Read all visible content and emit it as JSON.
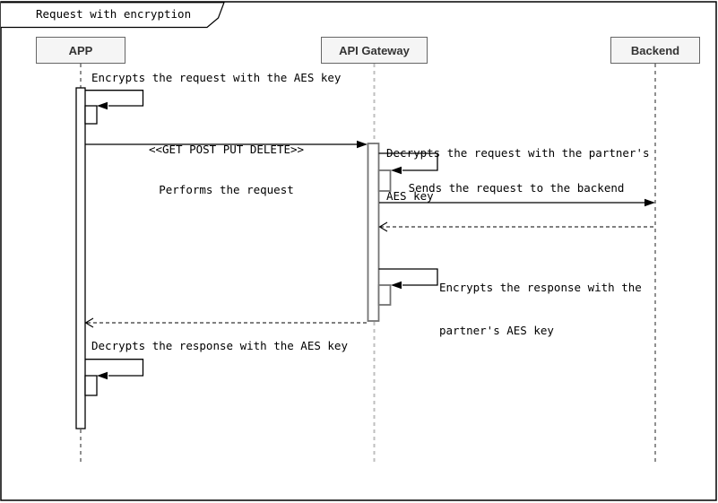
{
  "frame": {
    "title": "Request with encryption",
    "type": "uml-sequence-diagram"
  },
  "participants": [
    {
      "label": "APP"
    },
    {
      "label": "API Gateway"
    },
    {
      "label": "Backend"
    }
  ],
  "messages": [
    {
      "type": "self",
      "from": "APP",
      "to": "APP",
      "label": "Encrypts the request with the AES key"
    },
    {
      "type": "sync",
      "from": "APP",
      "to": "API Gateway",
      "lines": [
        "<<GET POST PUT DELETE>>",
        "Performs the request"
      ]
    },
    {
      "type": "self",
      "from": "API Gateway",
      "to": "API Gateway",
      "lines": [
        "Decrypts the request with the partner's",
        "AES key"
      ]
    },
    {
      "type": "sync",
      "from": "API Gateway",
      "to": "Backend",
      "label": "Sends the request to the backend"
    },
    {
      "type": "return",
      "from": "Backend",
      "to": "API Gateway",
      "label": ""
    },
    {
      "type": "self",
      "from": "API Gateway",
      "to": "API Gateway",
      "lines": [
        "Encrypts the response with the",
        "partner's AES key"
      ]
    },
    {
      "type": "return",
      "from": "API Gateway",
      "to": "APP",
      "label": ""
    },
    {
      "type": "self",
      "from": "APP",
      "to": "APP",
      "label": "Decrypts the response with the AES key"
    }
  ],
  "colors": {
    "background": "#ffffff",
    "frame_border": "#000000",
    "participant_fill": "#f5f5f5",
    "participant_border": "#666666",
    "participant_text": "#333333",
    "message_line": "#000000",
    "activation_fill": "#ffffff",
    "activation_border_app": "#000000",
    "activation_border_gateway": "#737373",
    "lifeline_app": "#474747",
    "lifeline_gateway": "#bfbfbf",
    "lifeline_backend": "#474747"
  }
}
